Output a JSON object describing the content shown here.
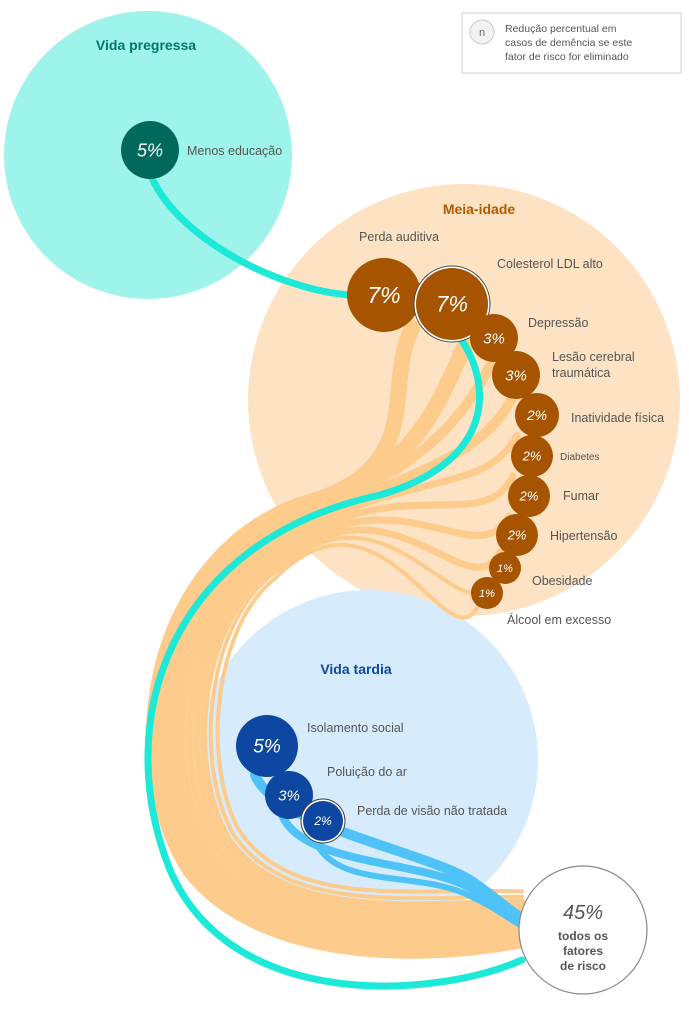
{
  "legend": {
    "symbol": "n",
    "lines": [
      "Redução percentual em",
      "casos de demência se este",
      "fator de risco for eliminado"
    ]
  },
  "stages": [
    {
      "id": "early",
      "title": "Vida pregressa",
      "color": "#00796b",
      "bg": "#9ef3ea"
    },
    {
      "id": "mid",
      "title": "Meia-idade",
      "color": "#b35900",
      "bg": "#fde3c3"
    },
    {
      "id": "late",
      "title": "Vida tardia",
      "color": "#0d47a1",
      "bg": "#d6ecfc"
    }
  ],
  "factors": [
    {
      "stage": "early",
      "label": "Menos educação",
      "value": "5%"
    },
    {
      "stage": "mid",
      "label": "Perda auditiva",
      "value": "7%"
    },
    {
      "stage": "mid",
      "label": "Colesterol LDL alto",
      "value": "7%"
    },
    {
      "stage": "mid",
      "label": "Depressão",
      "value": "3%"
    },
    {
      "stage": "mid",
      "label": "Lesão cerebral traumática",
      "value": "3%"
    },
    {
      "stage": "mid",
      "label": "Inatividade física",
      "value": "2%"
    },
    {
      "stage": "mid",
      "label": "Diabetes",
      "value": "2%"
    },
    {
      "stage": "mid",
      "label": "Fumar",
      "value": "2%"
    },
    {
      "stage": "mid",
      "label": "Hipertensão",
      "value": "2%"
    },
    {
      "stage": "mid",
      "label": "Obesidade",
      "value": "1%"
    },
    {
      "stage": "mid",
      "label": "Álcool em excesso",
      "value": "1%"
    },
    {
      "stage": "late",
      "label": "Isolamento social",
      "value": "5%"
    },
    {
      "stage": "late",
      "label": "Poluição do ar",
      "value": "3%"
    },
    {
      "stage": "late",
      "label": "Perda de visão não tratada",
      "value": "2%"
    }
  ],
  "total": {
    "value": "45%",
    "lines": [
      "todos os",
      "fatores",
      "de risco"
    ]
  },
  "colors": {
    "teal_flow": "#1de9d8",
    "orange_flow": "#fdcb8c",
    "blue_flow": "#4fc3f7",
    "mid_node": "#a65400",
    "late_node": "#0d47a1",
    "early_node": "#00695c"
  }
}
